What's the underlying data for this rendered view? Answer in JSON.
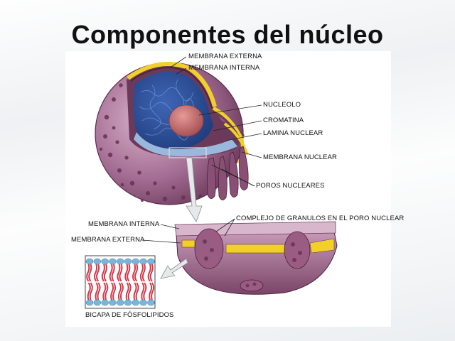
{
  "title": "Componentes del núcleo",
  "labels": {
    "membrana_externa_top": "MEMBRANA EXTERNA",
    "membrana_interna_top": "MEMBRANA INTERNA",
    "nucleolo": "NUCLEOLO",
    "cromatina": "CROMATINA",
    "lamina_nuclear": "LAMINA NUCLEAR",
    "membrana_nuclear": "MEMBRANA NUCLEAR",
    "poros_nucleares": "POROS NUCLEARES",
    "complejo_granulos": "COMPLEJO DE GRANULOS EN EL PORO NUCLEAR",
    "membrana_interna_bottom": "MEMBRANA INTERNA",
    "membrana_externa_bottom": "MEMBRANA EXTERNA",
    "bicapa": "BICAPA DE FÓSFOLIPIDOS"
  },
  "colors": {
    "nucleus_outer": "#b07aa0",
    "nucleus_dark": "#6e3a5c",
    "membrane_yellow": "#f2d02a",
    "nucleoplasm": "#2d4f9a",
    "nucleolus": "#c66a6a",
    "lipid_head": "#7ab6dc",
    "lipid_tail": "#d23a4a"
  }
}
